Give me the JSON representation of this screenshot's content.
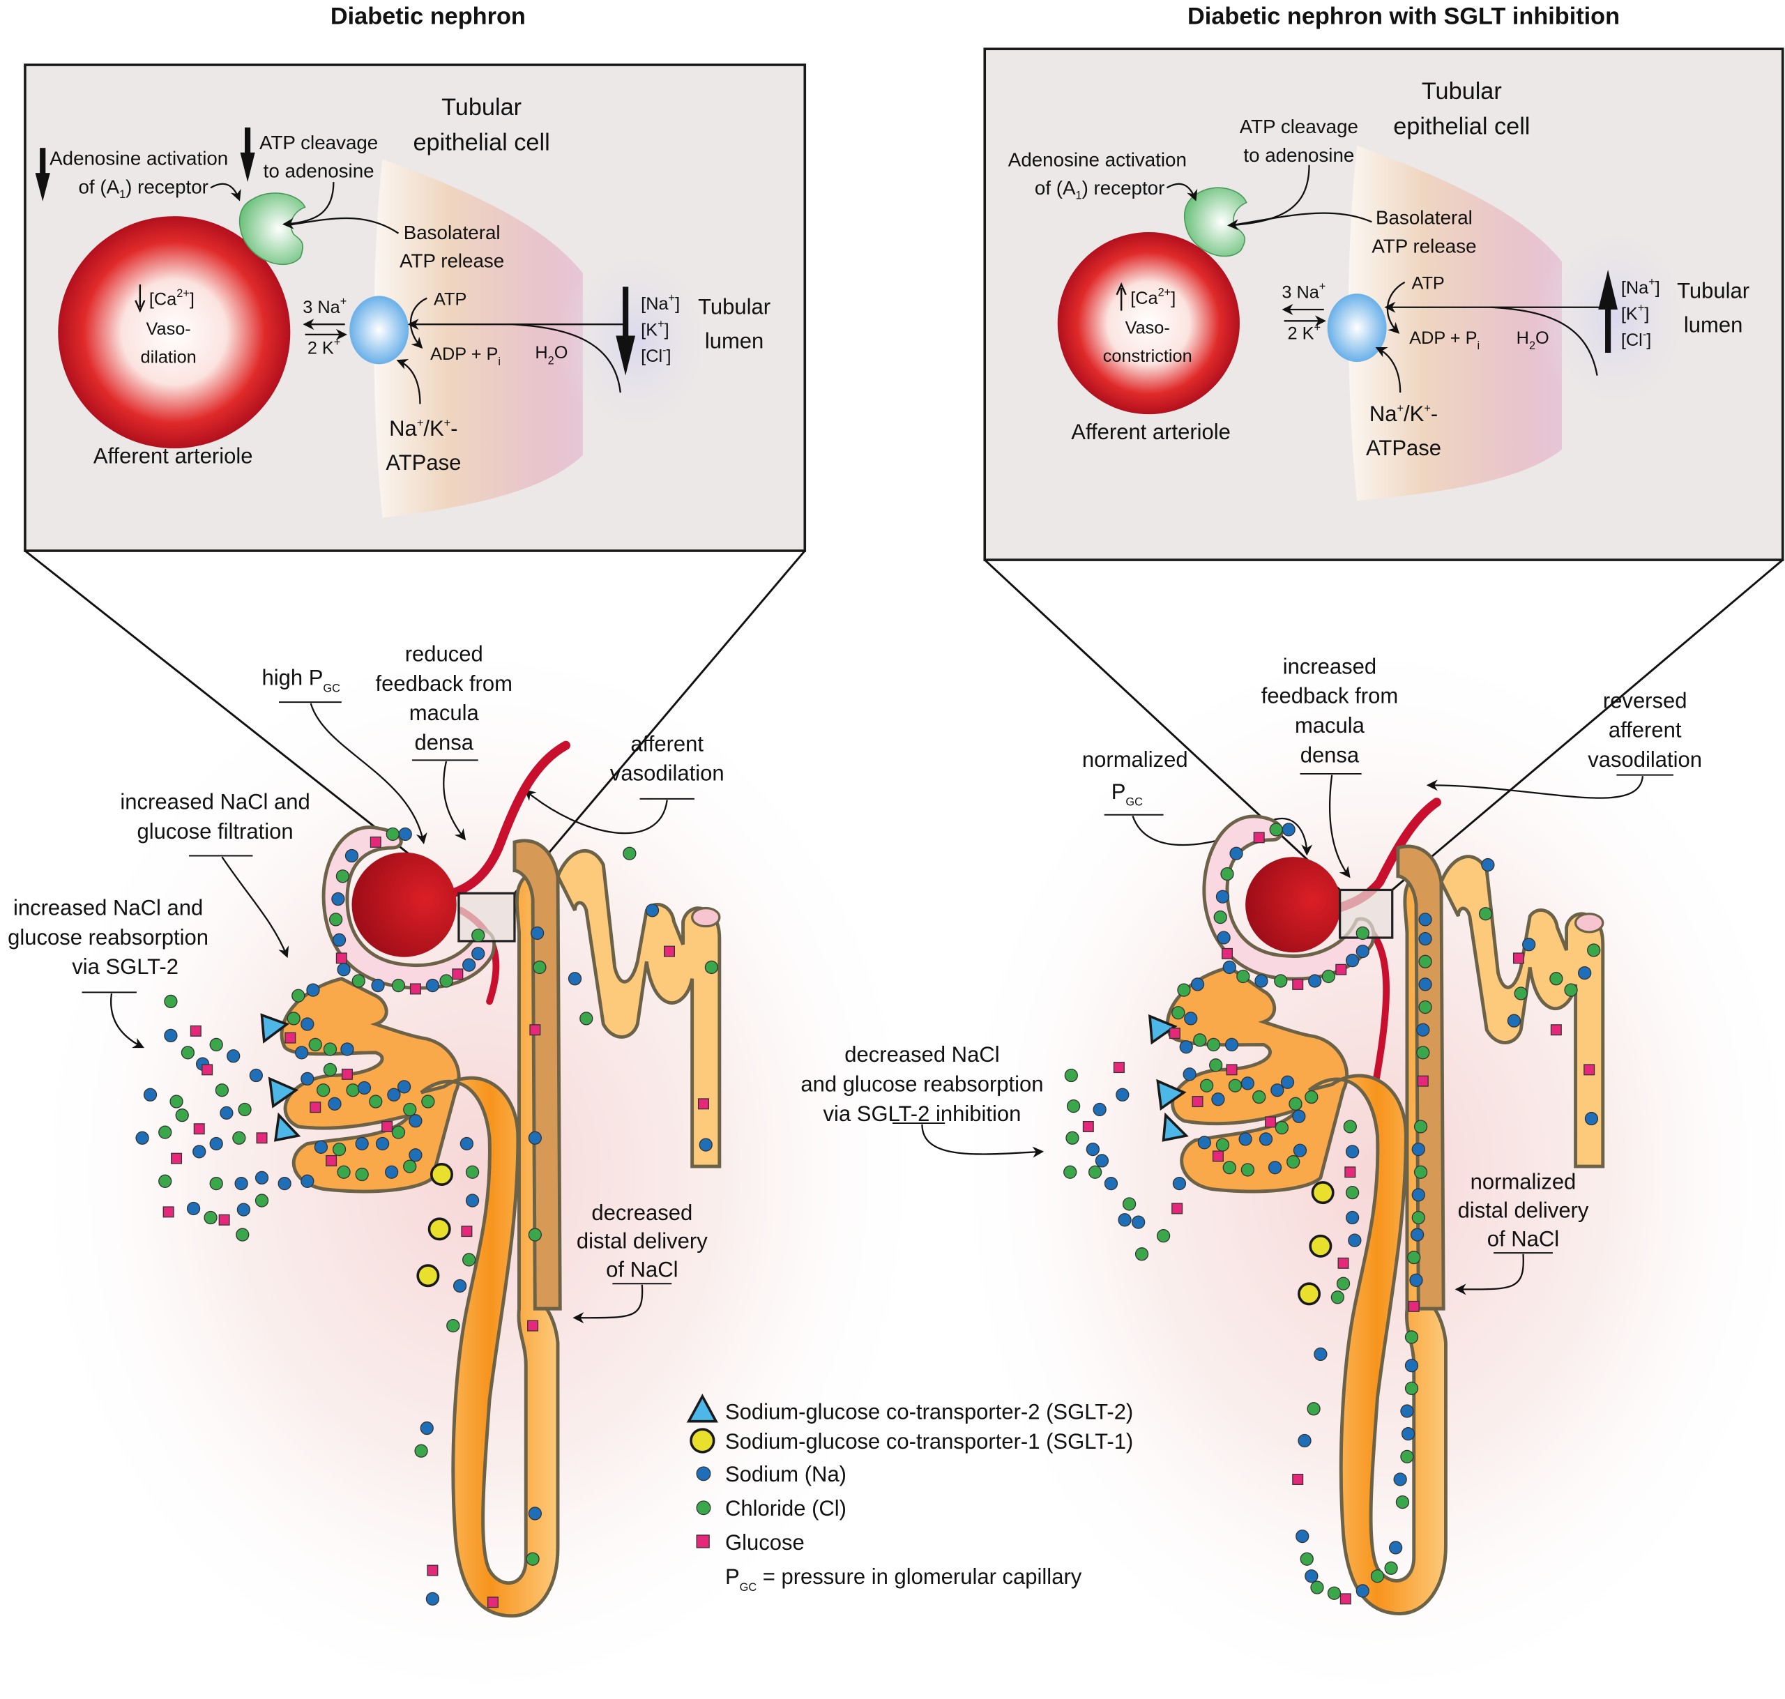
{
  "panels": [
    {
      "title": "Diabetic nephron",
      "inset": {
        "tubular_epithelial_cell": [
          "Tubular",
          "epithelial cell"
        ],
        "adenosine_activation": [
          "Adenosine activation",
          "of (A",
          "1",
          ") receptor"
        ],
        "adenosine_direction": "down",
        "atp_cleavage": [
          "ATP cleavage",
          "to adenosine"
        ],
        "atp_cleavage_direction": "down",
        "basolateral": [
          "Basolateral",
          "ATP release"
        ],
        "calcium": [
          "[Ca",
          "2+",
          "]"
        ],
        "calcium_direction": "down",
        "vessel_state": [
          "Vaso-",
          "dilation"
        ],
        "afferent_arteriole": "Afferent arteriole",
        "na3": [
          "3 Na",
          "+"
        ],
        "k2": [
          "2 K",
          "+"
        ],
        "atp": "ATP",
        "adp": [
          "ADP + P",
          "i"
        ],
        "h2o": [
          "H",
          "2",
          "O"
        ],
        "pump": [
          "Na",
          "+",
          "/K",
          "+",
          "-",
          "ATPase"
        ],
        "ions": [
          [
            "[Na",
            "+",
            "]"
          ],
          [
            "[K",
            "+",
            "]"
          ],
          [
            "[Cl",
            "-",
            "]"
          ]
        ],
        "ions_direction": "down",
        "tubular_lumen": [
          "Tubular",
          "lumen"
        ]
      },
      "annotations": {
        "pgc": [
          "high P",
          "GC"
        ],
        "feedback": [
          "reduced",
          "feedback from",
          "macula",
          "densa"
        ],
        "afferent": [
          "afferent",
          "vasodilation"
        ],
        "filtration": [
          "increased NaCl and",
          "glucose filtration"
        ],
        "reabsorption": [
          "increased NaCl and",
          "glucose reabsorption",
          "via SGLT-2"
        ],
        "distal": [
          "decreased",
          "distal delivery",
          "of NaCl"
        ]
      }
    },
    {
      "title": "Diabetic nephron with SGLT inhibition",
      "inset": {
        "tubular_epithelial_cell": [
          "Tubular",
          "epithelial cell"
        ],
        "adenosine_activation": [
          "Adenosine activation",
          "of (A",
          "1",
          ") receptor"
        ],
        "adenosine_direction": "none",
        "atp_cleavage": [
          "ATP cleavage",
          "to adenosine"
        ],
        "atp_cleavage_direction": "none",
        "basolateral": [
          "Basolateral",
          "ATP release"
        ],
        "calcium": [
          "[Ca",
          "2+",
          "]"
        ],
        "calcium_direction": "up",
        "vessel_state": [
          "Vaso-",
          "constriction"
        ],
        "afferent_arteriole": "Afferent arteriole",
        "na3": [
          "3 Na",
          "+"
        ],
        "k2": [
          "2 K",
          "+"
        ],
        "atp": "ATP",
        "adp": [
          "ADP + P",
          "i"
        ],
        "h2o": [
          "H",
          "2",
          "O"
        ],
        "pump": [
          "Na",
          "+",
          "/K",
          "+",
          "-",
          "ATPase"
        ],
        "ions": [
          [
            "[Na",
            "+",
            "]"
          ],
          [
            "[K",
            "+",
            "]"
          ],
          [
            "[Cl",
            "-",
            "]"
          ]
        ],
        "ions_direction": "up",
        "tubular_lumen": [
          "Tubular",
          "lumen"
        ]
      },
      "annotations": {
        "pgc": [
          "normalized",
          "P",
          "GC"
        ],
        "feedback": [
          "increased",
          "feedback from",
          "macula",
          "densa"
        ],
        "afferent": [
          "reversed",
          "afferent",
          "vasodilation"
        ],
        "reabsorption": [
          "decreased NaCl",
          "and glucose reabsorption",
          "via SGLT-2 inhibition"
        ],
        "distal": [
          "normalized",
          "distal delivery",
          "of NaCl"
        ]
      }
    }
  ],
  "legend": {
    "items": [
      {
        "symbol": "triangle-icon",
        "label": "Sodium-glucose co-transporter-2 (SGLT-2)"
      },
      {
        "symbol": "circle-yellow-icon",
        "label": "Sodium-glucose co-transporter-1 (SGLT-1)"
      },
      {
        "symbol": "dot-blue-icon",
        "label": "Sodium (Na)"
      },
      {
        "symbol": "dot-green-icon",
        "label": "Chloride (Cl)"
      },
      {
        "symbol": "square-magenta-icon",
        "label": "Glucose"
      }
    ],
    "pgc_definition": [
      "P",
      "GC",
      " = pressure in glomerular capillary"
    ]
  },
  "colors": {
    "sodium": "#1f6fb8",
    "chloride": "#3aa84a",
    "glucose": "#e6287a",
    "sglt1": "#e8e02c",
    "sglt2": "#4db8e8",
    "arteriole": "#c8102e",
    "tubule_light": "#fdc97a",
    "tubule_dark": "#f7941d"
  }
}
